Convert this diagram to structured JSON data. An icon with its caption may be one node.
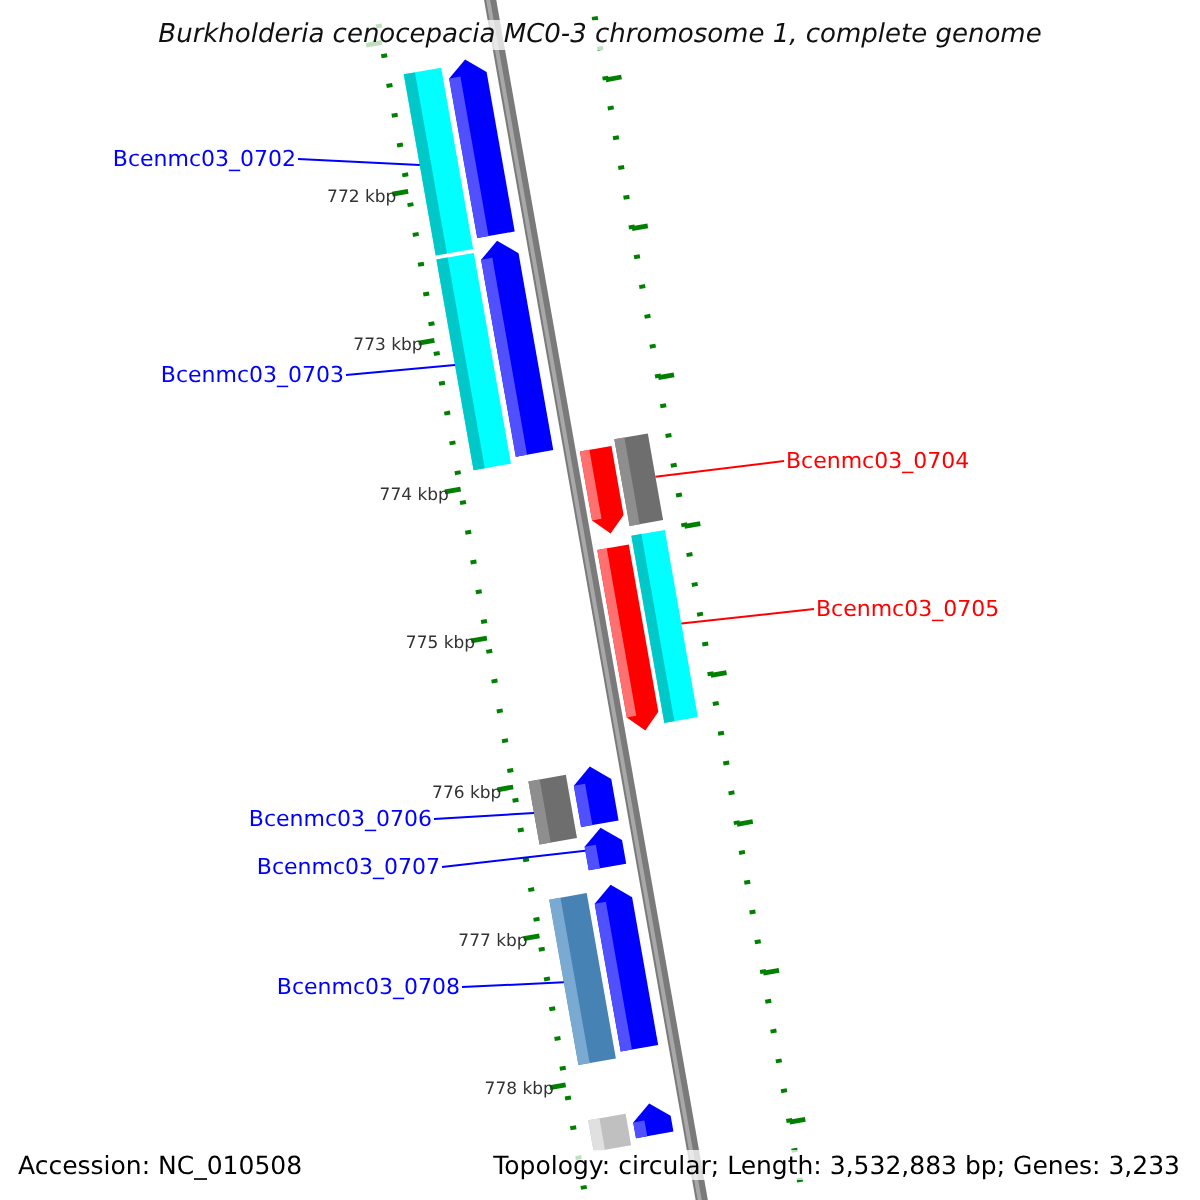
{
  "diagram": {
    "title": "Burkholderia cenocepacia MC0-3 chromosome 1, complete genome",
    "nodes": [
      {
        "text": [],
        "shape": "bar"
      },
      {
        "text": [],
        "shape": "bar"
      },
      {
        "text": [],
        "shape": "bar"
      },
      {
        "text": [],
        "shape": "bar"
      },
      {
        "text": [],
        "shape": "bar"
      },
      {
        "text": [],
        "shape": "bar"
      },
      {
        "text": [],
        "shape": "bar"
      },
      {
        "text": [],
        "shape": "bar"
      },
      {
        "text": [],
        "shape": "bar"
      },
      {
        "text": [],
        "shape": "bar"
      },
      {
        "text": [],
        "shape": "bar"
      },
      {
        "text": [],
        "shape": "bar"
      },
      {
        "text": [],
        "shape": "bar"
      },
      {
        "text": [],
        "shape": "bar"
      },
      {
        "text": [],
        "shape": "bar"
      },
      {
        "text": [
          "Bcenmc03_0702"
        ]
      },
      {
        "text": [
          "Bcenmc03_0703"
        ]
      },
      {
        "text": [
          "Bcenmc03_0704"
        ]
      },
      {
        "text": [
          "Bcenmc03_0705"
        ]
      },
      {
        "text": [
          "Bcenmc03_0706"
        ]
      },
      {
        "text": [
          "Bcenmc03_0707"
        ]
      },
      {
        "text": [
          "Bcenmc03_0708"
        ]
      }
    ],
    "edges": [
      {
        "from": 15,
        "to": 0,
        "arrow": "none"
      },
      {
        "from": 16,
        "to": 2,
        "arrow": "none"
      },
      {
        "from": 17,
        "to": 5,
        "arrow": "none",
        "color": "#ff0000"
      },
      {
        "from": 18,
        "to": 7,
        "arrow": "none",
        "color": "#ff0000"
      },
      {
        "from": 19,
        "to": 8,
        "arrow": "none"
      },
      {
        "from": 20,
        "to": 10,
        "arrow": "none"
      },
      {
        "from": 21,
        "to": 11,
        "arrow": "none"
      }
    ],
    "labels": [
      "772 kbp",
      "773 kbp",
      "774 kbp",
      "775 kbp",
      "776 kbp",
      "777 kbp",
      "778 kbp",
      "Accession: NC_010508",
      "Topology: circular; Length: 3,532,883 bp; Genes: 3,233"
    ]
  }
}
